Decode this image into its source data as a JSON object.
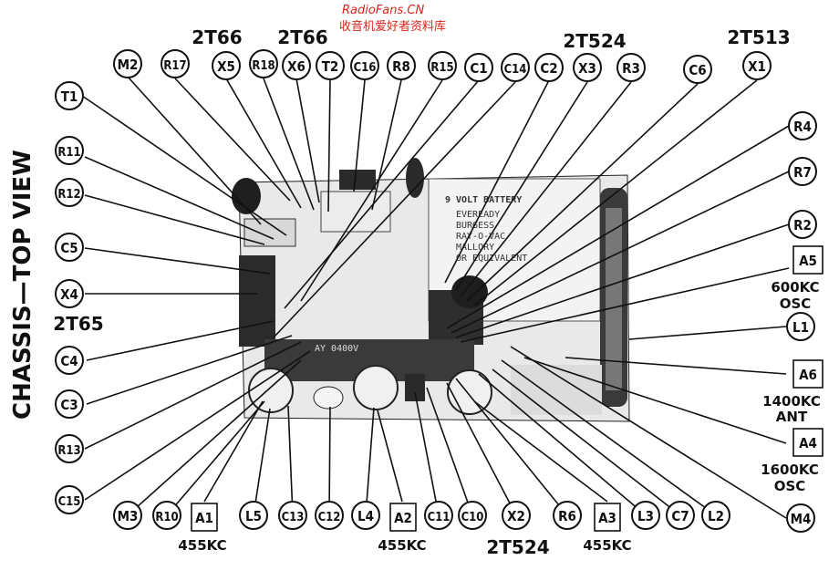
{
  "watermark": {
    "site": "RadioFans.CN",
    "tagline": "收音机爱好者资料库"
  },
  "side_title": "CHASSIS—TOP VIEW",
  "battery_sticker": {
    "title": "9 VOLT BATTERY",
    "lines": [
      "EVEREADY",
      "BURGESS",
      "RAY-O-VAC",
      "MALLORY",
      "OR EQUIVALENT"
    ]
  },
  "board_text": "AY 0400V",
  "transistor_groups": [
    {
      "id": "2t66-a",
      "label": "2T66"
    },
    {
      "id": "2t66-b",
      "label": "2T66"
    },
    {
      "id": "2t524-top",
      "label": "2T524"
    },
    {
      "id": "2t513",
      "label": "2T513"
    },
    {
      "id": "2t65",
      "label": "2T65"
    },
    {
      "id": "2t524-bottom",
      "label": "2T524"
    }
  ],
  "top_callouts": [
    "M2",
    "R17",
    "X5",
    "R18",
    "X6",
    "T2",
    "C16",
    "R8",
    "R15",
    "C1",
    "C14",
    "C2",
    "X3",
    "R3",
    "C6",
    "X1"
  ],
  "left_callouts": [
    "T1",
    "R11",
    "R12",
    "C5",
    "X4",
    "C4",
    "C3",
    "R13",
    "C15"
  ],
  "right_callouts": [
    "R4",
    "R7",
    "R2",
    "L1",
    "M4"
  ],
  "bottom_callouts": [
    "M3",
    "R10",
    "L5",
    "C13",
    "C12",
    "L4",
    "C11",
    "C10",
    "X2",
    "R6",
    "L3",
    "C7",
    "L2"
  ],
  "alignment_boxes": [
    {
      "id": "a1",
      "label": "A1",
      "caption": [
        "455KC"
      ]
    },
    {
      "id": "a2",
      "label": "A2",
      "caption": [
        "455KC"
      ]
    },
    {
      "id": "a3",
      "label": "A3",
      "caption": [
        "455KC"
      ]
    },
    {
      "id": "a5",
      "label": "A5",
      "caption": [
        "600KC",
        "OSC"
      ]
    },
    {
      "id": "a6",
      "label": "A6",
      "caption": [
        "1400KC",
        "ANT"
      ]
    },
    {
      "id": "a4",
      "label": "A4",
      "caption": [
        "1600KC",
        "OSC"
      ]
    }
  ]
}
